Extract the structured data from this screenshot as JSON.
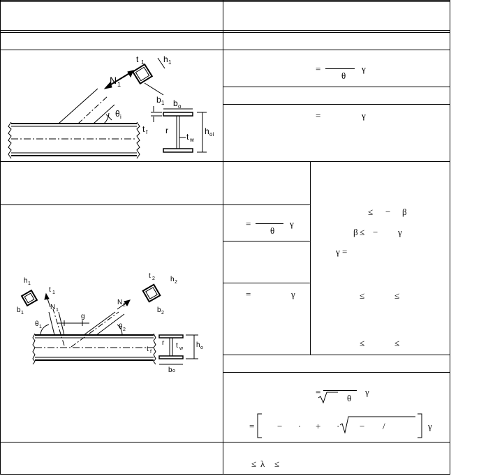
{
  "table": {
    "formula_glyphs": {
      "r1_eq": "=",
      "r1_theta": "θ",
      "r1_gamma": "γ",
      "r2_eq": "=",
      "r2_gamma": "γ",
      "k_eq": "=",
      "k_theta": "θ",
      "k_gamma": "γ",
      "k2_eq": "=",
      "k2_gamma": "γ",
      "c1_le": "≤",
      "c1_minus": "−",
      "c1_beta": "β",
      "c2_beta": "β",
      "c2_le": "≤",
      "c2_minus": "−",
      "c2_gamma": "γ",
      "c3": "γ =",
      "c4_le1": "≤",
      "c4_le2": "≤",
      "c5_le1": "≤",
      "c5_le2": "≤",
      "g1_eq": "=",
      "g1_theta": "θ",
      "g1_gamma": "γ",
      "g2_eq": "=",
      "g2_minus": "−",
      "g2_dot1": "·",
      "g2_plus": "+",
      "g2_dot2": "·",
      "g2_minus2": "−",
      "g2_slash": "/",
      "g2_gamma": "γ",
      "last_le1": "≤",
      "last_lambda": "λ",
      "last_le2": "≤"
    }
  },
  "figure_top": {
    "labels": {
      "t1": "t",
      "t1_sub": "1",
      "h1": "h",
      "h1_sub": "1",
      "N1": "N",
      "N1_sub": "1",
      "b1": "b",
      "b1_sub": "1",
      "theta": "θ",
      "theta_sub": "i",
      "b0": "b",
      "b0_sub": "o",
      "tf": "t",
      "tf_sub": "f",
      "r": "r",
      "tw": "t",
      "tw_sub": "w",
      "h0": "h",
      "h0_sub": "oi"
    }
  },
  "figure_bottom": {
    "labels": {
      "h1": "h",
      "h1_sub": "1",
      "t1": "t",
      "t1_sub": "1",
      "b1": "b",
      "b1_sub": "1",
      "N1": "N",
      "N1_sub": "1",
      "g": "g",
      "N2": "N",
      "N2_sub": "2",
      "t2": "t",
      "t2_sub": "2",
      "h2": "h",
      "h2_sub": "2",
      "b2": "b",
      "b2_sub": "2",
      "theta1": "θ",
      "theta1_sub": "1",
      "theta2": "θ",
      "theta2_sub": "2",
      "r": "r",
      "tw": "t",
      "tw_sub": "w",
      "h0": "h",
      "h0_sub": "o",
      "tf": "t",
      "tf_sub": "f",
      "b0": "b",
      "b0_sub": "o"
    }
  }
}
